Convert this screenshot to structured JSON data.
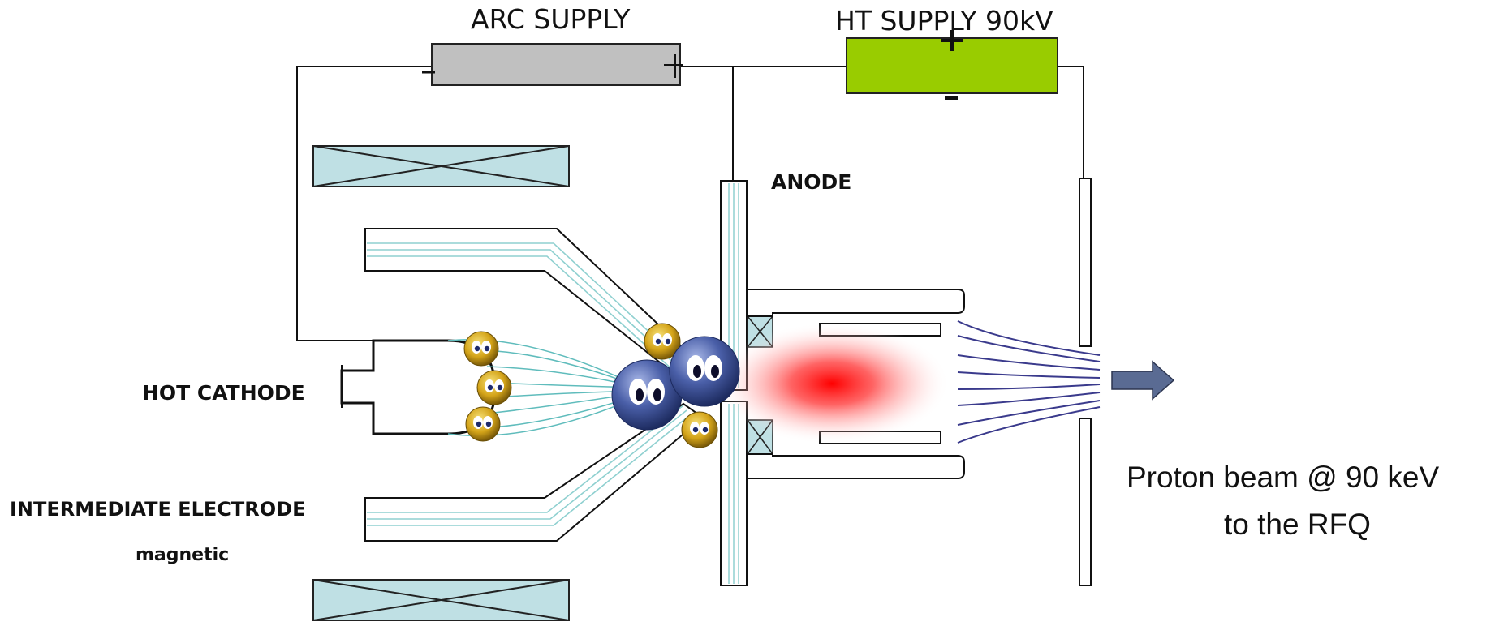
{
  "labels": {
    "arc_supply": "ARC SUPPLY",
    "ht_supply": "HT SUPPLY 90kV",
    "anode": "ANODE",
    "hot_cathode": "HOT CATHODE",
    "intermediate_electrode": "INTERMEDIATE ELECTRODE",
    "magnetic": "magnetic",
    "beam_line1": "Proton beam @ 90 keV",
    "beam_line2": "to the RFQ"
  },
  "polarity": {
    "arc_minus": "-",
    "arc_plus": "+",
    "ht_plus": "+",
    "ht_minus": "-"
  },
  "colors": {
    "arc_supply": "#c0c0c0",
    "ht_supply": "#99cc00",
    "magnet_coil": "#bfe0e4",
    "field_lines": "#8fd0d0",
    "beam_lines": "#3a3a8c",
    "plasma": "#ff0000",
    "arrow": "#5a6b93",
    "electron": "#c8a020",
    "proton": "#3a4f9a"
  }
}
